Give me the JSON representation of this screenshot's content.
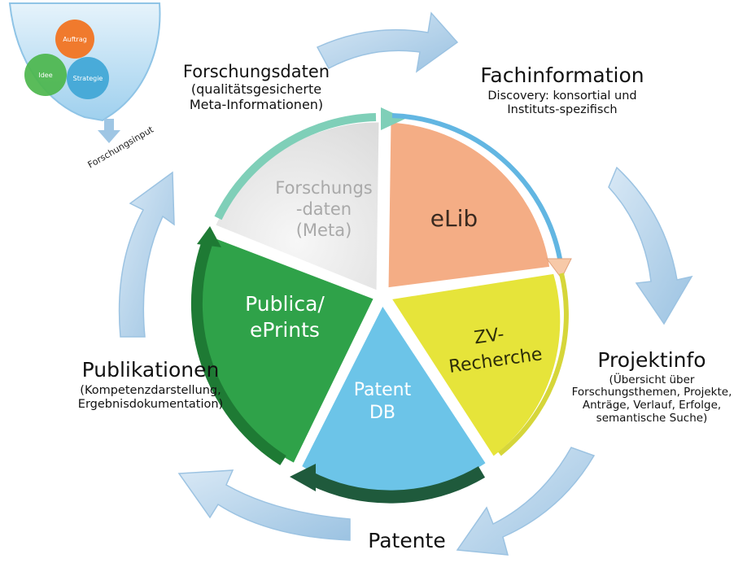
{
  "funnel": {
    "bubbles": [
      "Auftrag",
      "Idee",
      "Strategie"
    ],
    "output_label": "Forschungsinput"
  },
  "segments": {
    "forschungsdaten": {
      "line1": "Forschungs",
      "line2": "-daten",
      "line3": "(Meta)"
    },
    "elib": {
      "line1": "eLib"
    },
    "zv": {
      "line1": "ZV-",
      "line2": "Recherche"
    },
    "patent": {
      "line1": "Patent",
      "line2": "DB"
    },
    "publica": {
      "line1": "Publica/",
      "line2": "ePrints"
    }
  },
  "labels": {
    "forschungsdaten": {
      "title": "Forschungsdaten",
      "lines": [
        "(qualitätsgesicherte",
        "Meta-Informationen)"
      ]
    },
    "fachinformation": {
      "title": "Fachinformation",
      "lines": [
        "Discovery: konsortial und",
        "Instituts-spezifisch"
      ]
    },
    "projektinfo": {
      "title": "Projektinfo",
      "lines": [
        "(Übersicht über",
        "Forschungsthemen, Projekte,",
        "Anträge, Verlauf, Erfolge,",
        "semantische Suche)"
      ]
    },
    "patente": {
      "title": "Patente"
    },
    "publikationen": {
      "title": "Publikationen",
      "lines": [
        "(Kompetenzdarstellung,",
        "Ergebnisdokumentation)"
      ]
    }
  },
  "colors": {
    "outer_arrow": "#b9d6ec",
    "forschungsdaten": "#ececec",
    "elib": "#f4ad85",
    "zv": "#e6e43a",
    "patent": "#6cc4e8",
    "publica": "#2fa249",
    "dark_green": "#1f5a3c"
  }
}
